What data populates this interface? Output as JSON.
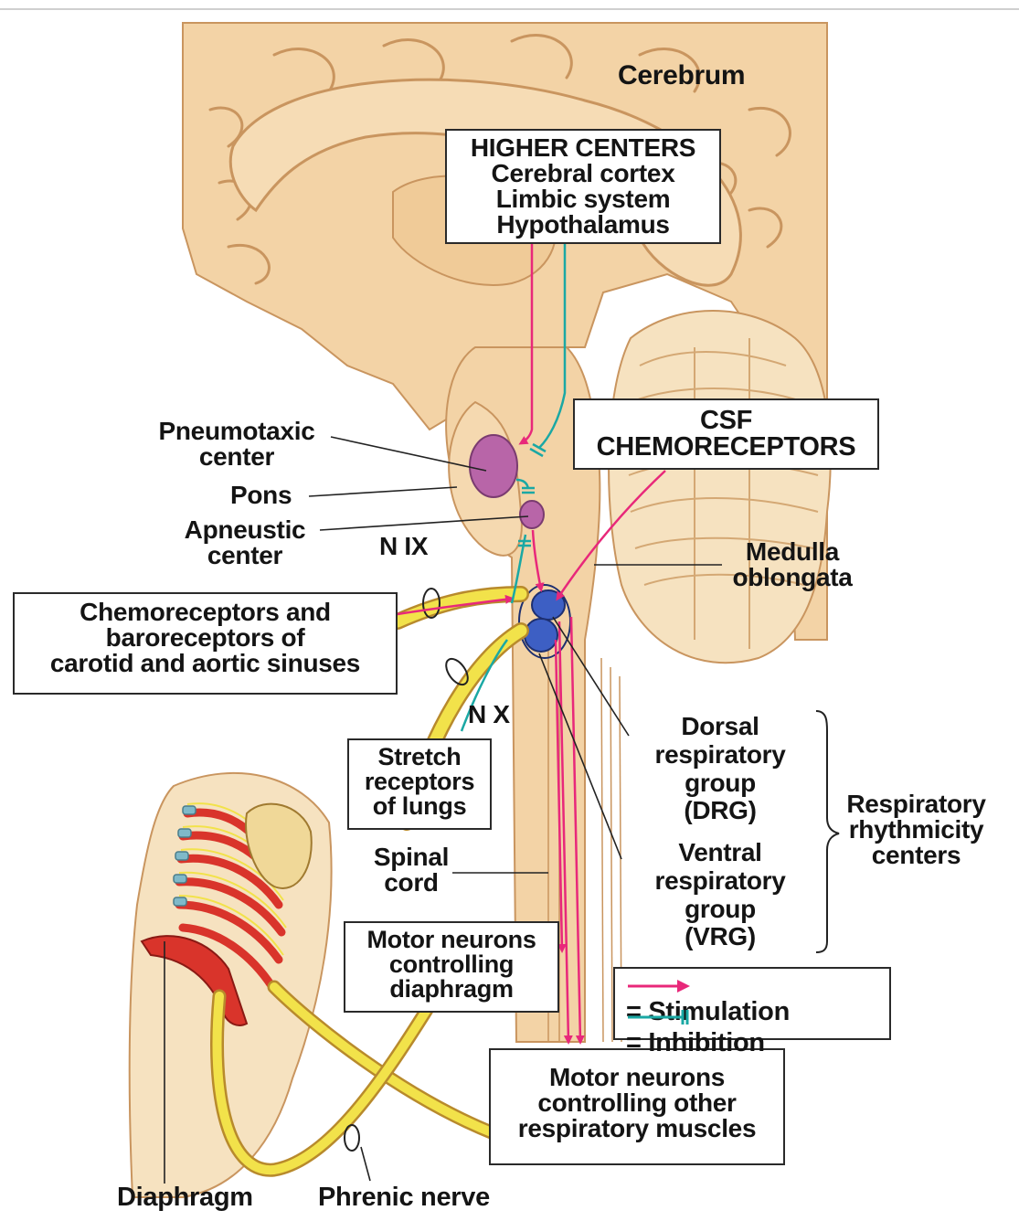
{
  "colors": {
    "stimulation": "#e8287a",
    "inhibition": "#1aa8a4",
    "brain": "#f3d3a6",
    "brain_dark": "#e0b27c",
    "nerve": "#f2e24a",
    "muscle": "#d9342b",
    "nucleus_pink": "#b865a8",
    "nucleus_blue": "#3d5fc4"
  },
  "labels": {
    "cerebrum": "Cerebrum",
    "pneumotaxic": [
      "Pneumotaxic",
      "center"
    ],
    "pons": "Pons",
    "apneustic": [
      "Apneustic",
      "center"
    ],
    "n_ix": "N IX",
    "n_x": "N X",
    "medulla": [
      "Medulla",
      "oblongata"
    ],
    "dorsal": [
      "Dorsal",
      "respiratory",
      "group",
      "(DRG)"
    ],
    "ventral": [
      "Ventral",
      "respiratory",
      "group",
      "(VRG)"
    ],
    "rhythmicity": [
      "Respiratory",
      "rhythmicity",
      "centers"
    ],
    "spinal_cord": [
      "Spinal",
      "cord"
    ],
    "diaphragm": "Diaphragm",
    "phrenic": "Phrenic nerve"
  },
  "boxes": {
    "higher_centers": [
      "HIGHER CENTERS",
      "Cerebral cortex",
      "Limbic system",
      "Hypothalamus"
    ],
    "csf": [
      "CSF",
      "CHEMORECEPTORS"
    ],
    "chemoreceptors": [
      "Chemoreceptors and",
      "baroreceptors of",
      "carotid and aortic sinuses"
    ],
    "stretch": [
      "Stretch",
      "receptors",
      "of lungs"
    ],
    "motor_diaphragm": [
      "Motor neurons",
      "controlling",
      "diaphragm"
    ],
    "motor_other": [
      "Motor neurons",
      "controlling other",
      "respiratory muscles"
    ]
  },
  "legend": {
    "stimulation": "= Stimulation",
    "inhibition": "= Inhibition"
  }
}
